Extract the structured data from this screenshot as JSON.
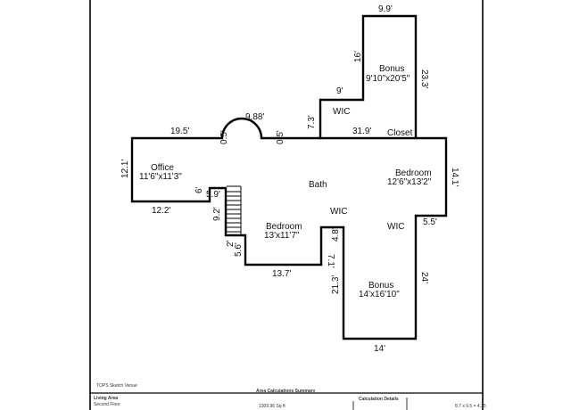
{
  "dimensions": {
    "bonus_top_width": "9.9'",
    "bonus_left_upper": "16'",
    "bonus_right": "23.3'",
    "wic_step_top": "9'",
    "wic_left": "7.3'",
    "closet_width": "31.9'",
    "arch_width": "9.88'",
    "arch_left_offset": "0.5'",
    "arch_right_offset": "0.5'",
    "office_top": "19.5'",
    "office_left": "12.1'",
    "office_bottom": "12.2'",
    "stair_notch_width": "5.9'",
    "stair_notch_small": "6'",
    "stair_height": "9.2'",
    "notch_lower": "5.6'",
    "notch_lower_small": "2'",
    "bedroom_bottom": "13.7'",
    "center_step_a": "4.8'",
    "center_step_b": "7.1'",
    "bonus_lower_left": "21.3'",
    "bonus_lower_bottom": "14'",
    "right_upper": "14.1'",
    "right_step": "5.5'",
    "bonus_lower_right": "24'"
  },
  "rooms": {
    "bonus_upper": {
      "label": "Bonus",
      "size": "9'10\"x20'5\""
    },
    "wic_top": {
      "label": "WIC"
    },
    "closet": {
      "label": "Closet"
    },
    "office": {
      "label": "Office",
      "size": "11'6\"x11'3\""
    },
    "bath": {
      "label": "Bath"
    },
    "bedroom_right": {
      "label": "Bedroom",
      "size": "12'6\"x13'2\""
    },
    "wic_center": {
      "label": "WIC"
    },
    "wic_right": {
      "label": "WIC"
    },
    "bedroom_center": {
      "label": "Bedroom",
      "size": "13'x11'7\""
    },
    "bonus_lower": {
      "label": "Bonus",
      "size": "14'x16'10\""
    }
  },
  "footer": {
    "credit": "TOPS Sketch Venue",
    "summary_title": "Area Calculations Summary",
    "living_area_label": "Living Area",
    "second_floor_label": "Second Floor",
    "area_value": "1309.96 Sq ft",
    "calc_details_label": "Calculation Details",
    "calc_value": "8.7 x 9.5  =  4.35"
  }
}
